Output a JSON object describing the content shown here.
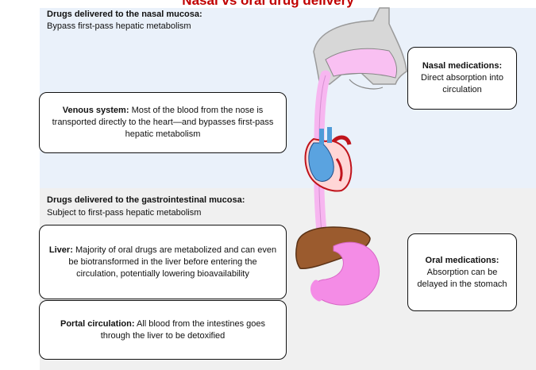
{
  "title": "Nasal vs oral drug delivery",
  "nasal_section": {
    "heading": "Drugs delivered to the nasal mucosa:",
    "subheading": "Bypass first-pass hepatic metabolism"
  },
  "gi_section": {
    "heading": "Drugs delivered to the gastrointestinal mucosa:",
    "subheading": "Subject to first-pass hepatic metabolism"
  },
  "boxes": {
    "venous": {
      "term": "Venous system:",
      "text": "Most of the blood from the nose is transported directly to the heart—and bypasses first-pass hepatic metabolism"
    },
    "nasal_meds": {
      "term": "Nasal medications:",
      "text": "Direct absorption into circulation"
    },
    "liver": {
      "term": "Liver:",
      "text": "Majority of oral drugs are metabolized and can even be biotransformed in the liver before entering the circulation, potentially lowering bioavailability"
    },
    "portal": {
      "term": "Portal circulation:",
      "text": "All blood from the intestines goes through the liver to be detoxified"
    },
    "oral_meds": {
      "term": "Oral medications:",
      "text": "Absorption can be delayed in the stomach"
    }
  },
  "colors": {
    "title": "#c00000",
    "nasal_bg": "#eaf1fa",
    "gi_bg": "#f0f0f0",
    "pathway": "#f7b6f0",
    "liver": "#9b5b2e",
    "stomach": "#f48ce6",
    "heart_red": "#c0141c",
    "heart_blue": "#4f9bd8"
  }
}
